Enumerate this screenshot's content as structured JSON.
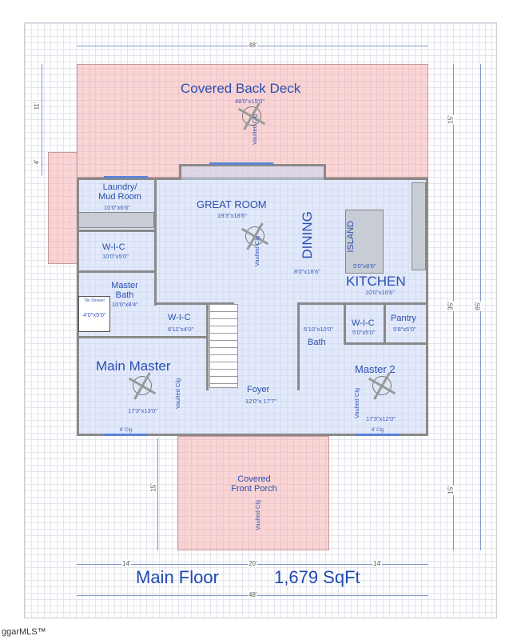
{
  "plan": {
    "title": "Main Floor",
    "area": "1,679 SqFt",
    "rooms": [
      {
        "name": "Covered Back Deck",
        "size": "48'0\"x15'0\""
      },
      {
        "name": "Laundry/ Mud Room",
        "size": "10'0\"x6'6\""
      },
      {
        "name": "W-I-C",
        "size": "10'0\"x5'0\""
      },
      {
        "name": "Master Bath",
        "size": "10'0\"x8'4\""
      },
      {
        "name": "Tile Shower",
        "size": "4'0\"x5'0\""
      },
      {
        "name": "W-I-C",
        "size": "6'11\"x4'0\""
      },
      {
        "name": "GREAT ROOM",
        "size": "19'3\"x18'6\""
      },
      {
        "name": "DINING",
        "size": "8'0\"x18'6\""
      },
      {
        "name": "ISLAND",
        "size": "5'0\"x8'6\""
      },
      {
        "name": "KITCHEN",
        "size": "10'0\"x16'6\""
      },
      {
        "name": "Bath",
        "size": "5'10\"x10'0\""
      },
      {
        "name": "W-I-C",
        "size": "5'0\"x5'0\""
      },
      {
        "name": "Pantry",
        "size": "5'8\"x5'0\""
      },
      {
        "name": "Main Master",
        "size": "17'3\"x13'0\""
      },
      {
        "name": "Foyer",
        "size": "12'0\"x 17'7\""
      },
      {
        "name": "Master 2",
        "size": "17'3\"x12'0\""
      },
      {
        "name": "Covered Front Porch",
        "size": ""
      }
    ],
    "vaulted": "Vaulted Clg",
    "ceiling_note": "8' Clg",
    "dimensions": {
      "top": "48'",
      "bottom": "48'",
      "bottom_left": "14'",
      "bottom_mid": "20'",
      "bottom_right": "14'",
      "left_deck": "11'",
      "left_step": "4'",
      "left_porch": "15'",
      "right_deck": "15'",
      "right_house": "35'",
      "right_total": "65'",
      "right_porch": "15'"
    }
  },
  "logo": "ggarMLS™",
  "colors": {
    "deck": "#f4a0a0",
    "room": "#c8d7f5",
    "text": "#2a4fb0"
  }
}
